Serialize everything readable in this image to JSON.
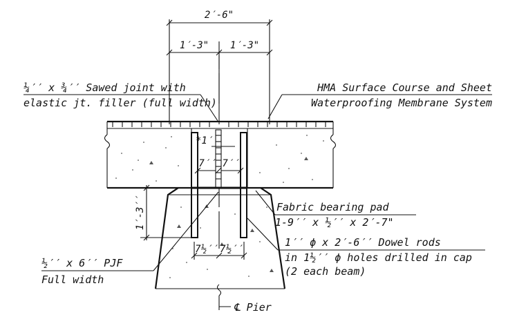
{
  "dimensions": {
    "overall_width": "2′-6\"",
    "left_half": "1′-3\"",
    "right_half": "1′-3\"",
    "cap_height": "1′-3′′",
    "rod_spacing_left": "7′′",
    "rod_spacing_right": "7′′",
    "bottom_left": "7½′′",
    "bottom_right": "7½′′",
    "joint_depth": "*1′"
  },
  "labels": {
    "sawed_joint_line1": "¼′′ x ¾′′ Sawed joint with",
    "sawed_joint_line2": "elastic jt. filler (full width)",
    "hma_line1": "HMA Surface Course and Sheet",
    "hma_line2": "Waterproofing Membrane System",
    "pad_line1": "Fabric bearing pad",
    "pad_line2": "1-9′′ x ½′′ x  2′-7\"",
    "dowel_line1": "1′′ ϕ x 2′-6′′ Dowel rods",
    "dowel_line2": "in 1½′′ ϕ holes drilled in cap",
    "dowel_line3": "(2 each beam)",
    "pjf_line1": "½′′ x 6′′ PJF",
    "pjf_line2": "Full width",
    "pier": "℄ Pier"
  }
}
